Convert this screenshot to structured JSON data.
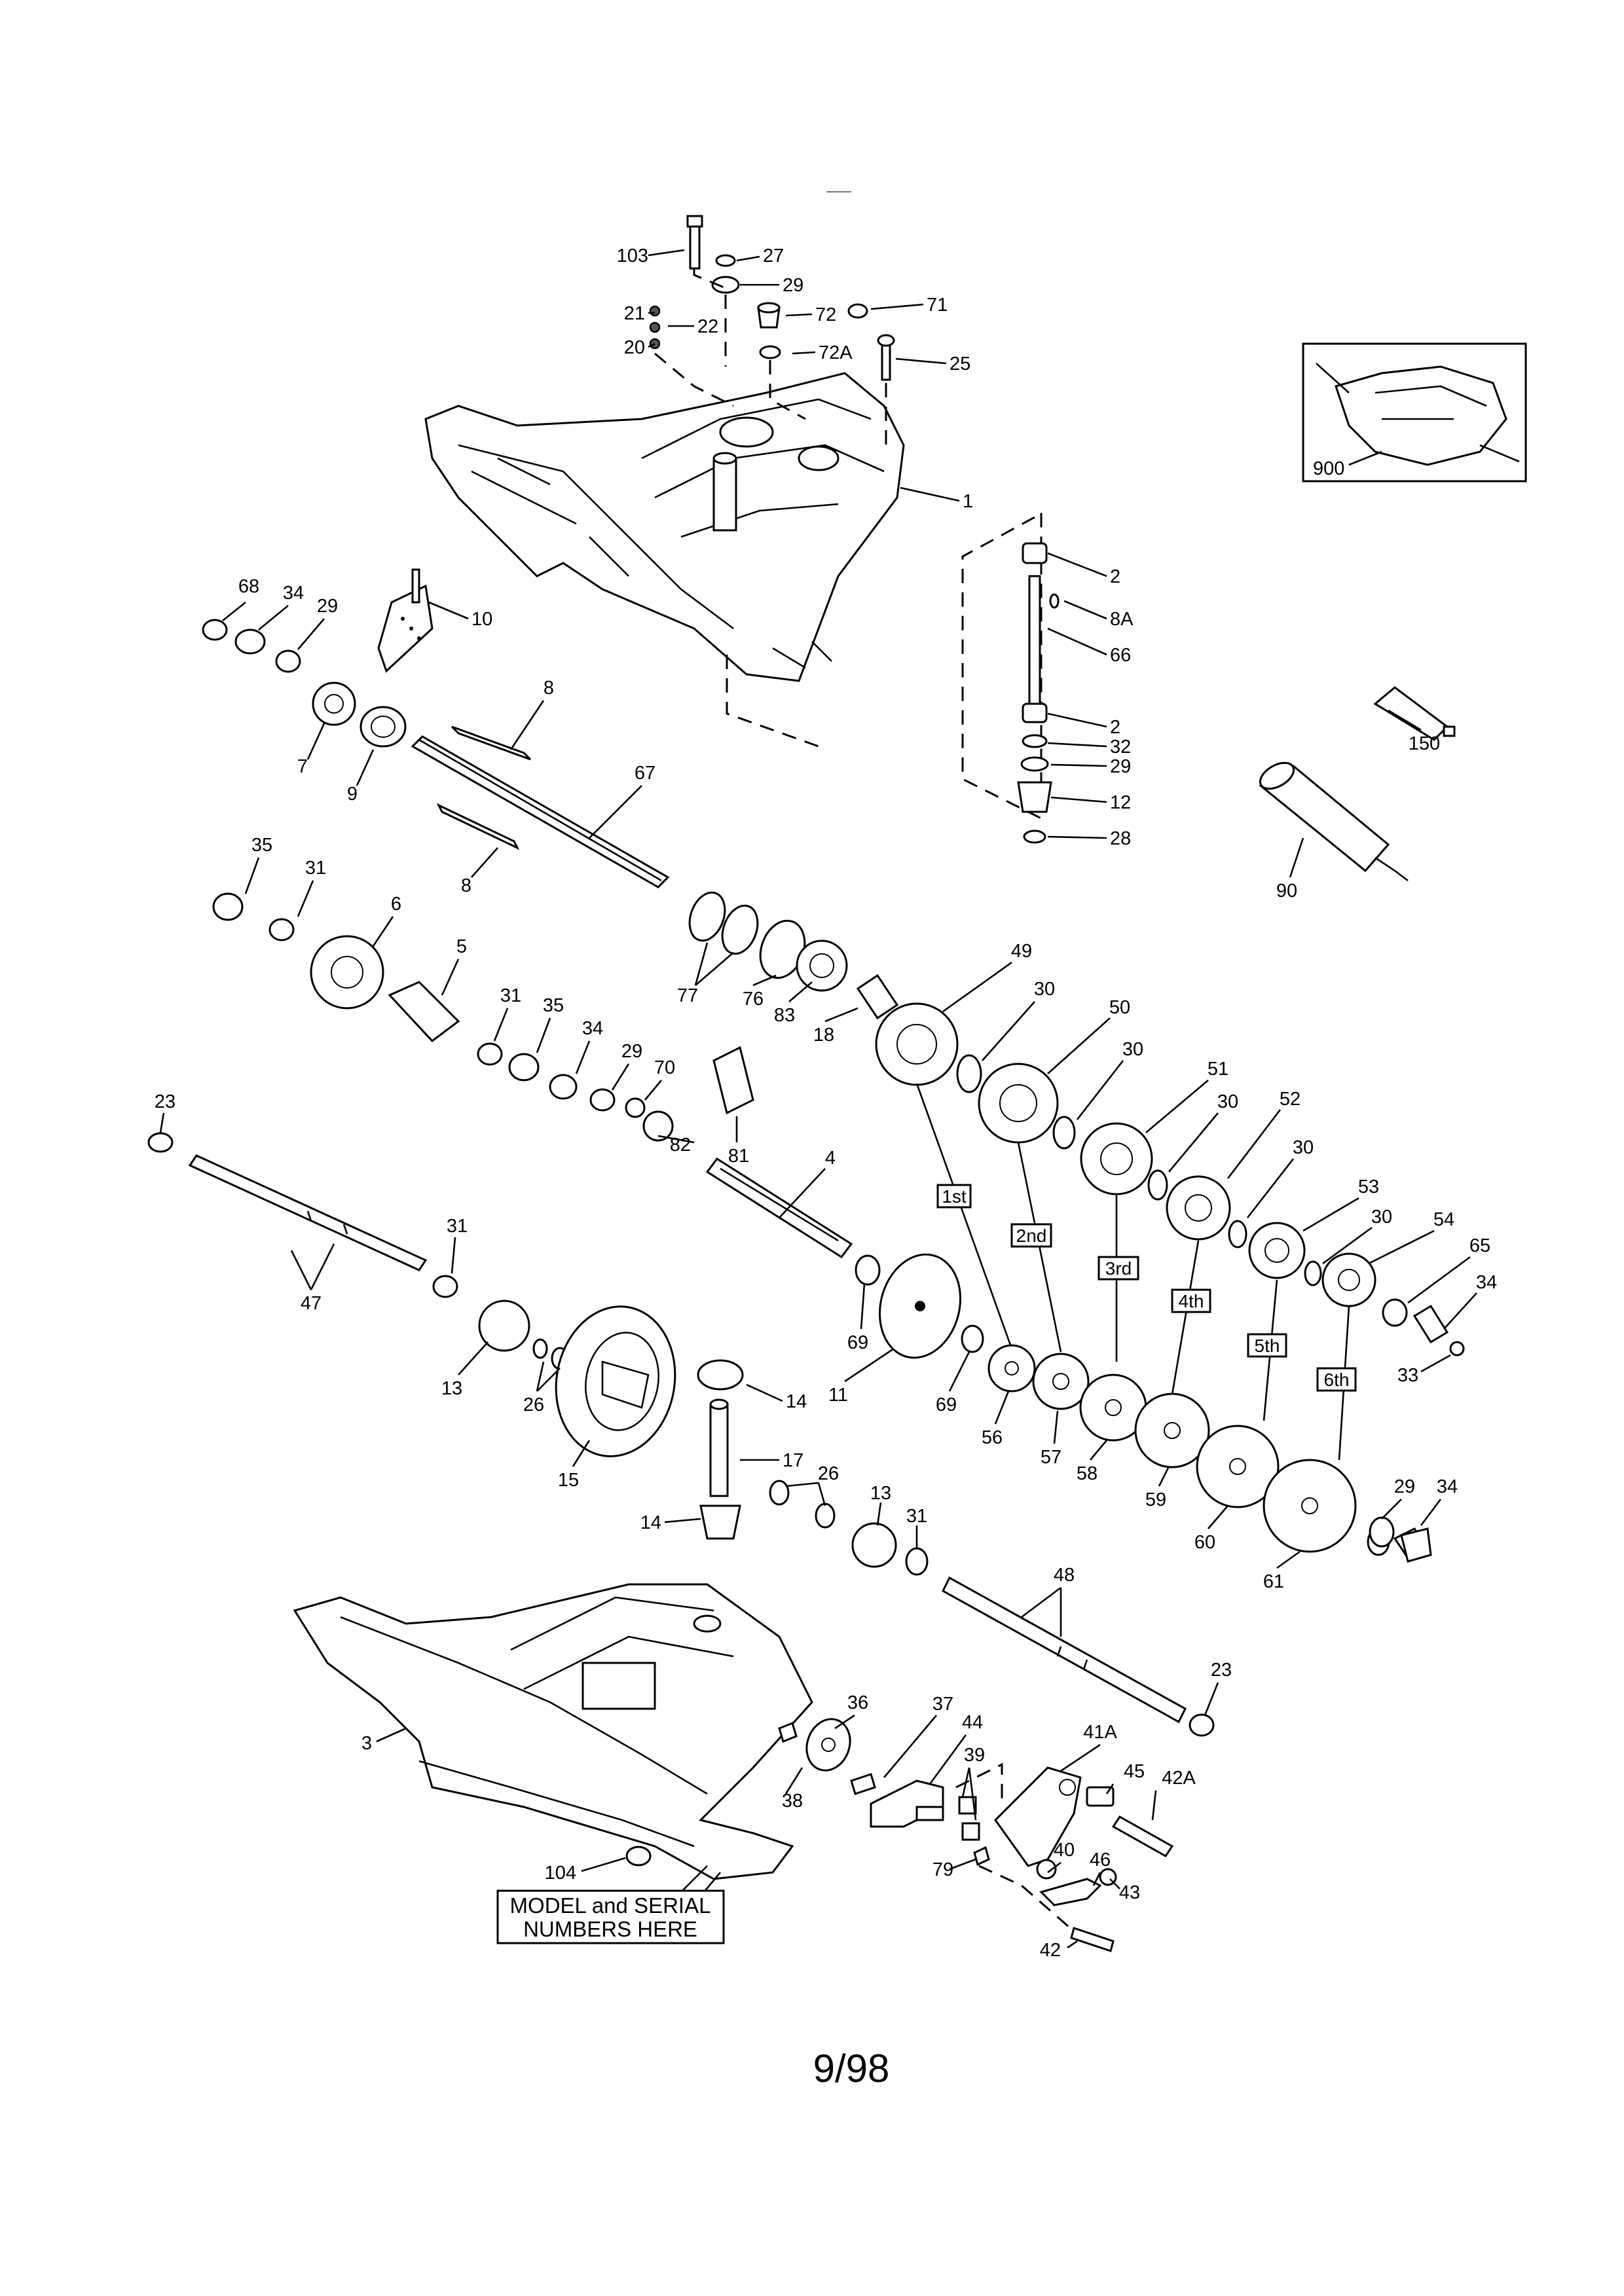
{
  "page_number": "9/98",
  "notice": {
    "line1": "MODEL and SERIAL",
    "line2": "NUMBERS HERE"
  },
  "inset_label": "900",
  "gear_labels": {
    "first": "1st",
    "second": "2nd",
    "third": "3rd",
    "fourth": "4th",
    "fifth": "5th",
    "sixth": "6th"
  },
  "callouts": {
    "c103": "103",
    "c27": "27",
    "c29a": "29",
    "c21": "21",
    "c22": "22",
    "c72": "72",
    "c71": "71",
    "c20": "20",
    "c72A": "72A",
    "c25": "25",
    "c1": "1",
    "c2a": "2",
    "c8A": "8A",
    "c66": "66",
    "c2b": "2",
    "c32": "32",
    "c29b": "29",
    "c12": "12",
    "c28": "28",
    "c10": "10",
    "c68": "68",
    "c34a": "34",
    "c29c": "29",
    "c7": "7",
    "c9": "9",
    "c8a": "8",
    "c67": "67",
    "c8b": "8",
    "c150": "150",
    "c90": "90",
    "c35a": "35",
    "c31a": "31",
    "c6": "6",
    "c5": "5",
    "c31b": "31",
    "c35b": "35",
    "c34b": "34",
    "c29d": "29",
    "c70": "70",
    "c82": "82",
    "c81": "81",
    "c77": "77",
    "c76": "76",
    "c83": "83",
    "c18": "18",
    "c49": "49",
    "c30a": "30",
    "c50": "50",
    "c30b": "30",
    "c51": "51",
    "c30c": "30",
    "c52": "52",
    "c30d": "30",
    "c53": "53",
    "c30e": "30",
    "c54": "54",
    "c65": "65",
    "c34c": "34",
    "c33": "33",
    "c23a": "23",
    "c47": "47",
    "c31c": "31",
    "c4": "4",
    "c69a": "69",
    "c11": "11",
    "c69b": "69",
    "c13a": "13",
    "c26a": "26",
    "c15": "15",
    "c14a": "14",
    "c17": "17",
    "c26b": "26",
    "c14b": "14",
    "c13b": "13",
    "c31d": "31",
    "c56": "56",
    "c57": "57",
    "c58": "58",
    "c59": "59",
    "c60": "60",
    "c61": "61",
    "c29e": "29",
    "c34d": "34",
    "c48": "48",
    "c23b": "23",
    "c3": "3",
    "c36": "36",
    "c37": "37",
    "c44": "44",
    "c39": "39",
    "c41A": "41A",
    "c45": "45",
    "c42A": "42A",
    "c38": "38",
    "c40": "40",
    "c46": "46",
    "c43": "43",
    "c79": "79",
    "c42": "42",
    "c104": "104"
  }
}
